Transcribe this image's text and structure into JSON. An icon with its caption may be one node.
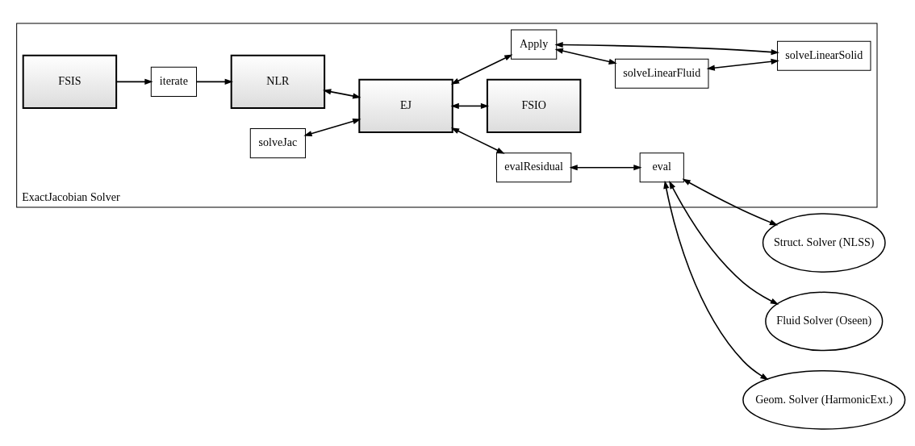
{
  "diagram": {
    "nodes": [
      {
        "text": [
          "ExactJacobian Solver"
        ]
      },
      {
        "text": [
          "FSIS"
        ],
        "in": 0
      },
      {
        "text": [
          "iterate"
        ],
        "in": 0
      },
      {
        "text": [
          "NLR"
        ],
        "in": 0
      },
      {
        "text": [
          "evalResidual"
        ],
        "in": 0
      },
      {
        "text": [
          "eval"
        ],
        "in": 0
      },
      {
        "text": [
          "solveJac"
        ],
        "in": 0
      },
      {
        "text": [
          "EJ"
        ],
        "in": 0
      },
      {
        "text": [
          "FSIO"
        ],
        "in": 0
      },
      {
        "text": [
          "Apply"
        ],
        "in": 0
      },
      {
        "text": [
          "solveLinearFluid"
        ],
        "in": 0
      },
      {
        "text": [
          "solveLinearSolid"
        ],
        "in": 0
      },
      {
        "text": [
          "Struct. Solver (NLSS)"
        ]
      },
      {
        "text": [
          "Fluid Solver (Oseen)"
        ]
      },
      {
        "text": [
          "Geom. Solver (HarmonicExt.)"
        ]
      }
    ],
    "edges": [
      {
        "from": 1,
        "to": 2,
        "arrow": "to"
      },
      {
        "from": 2,
        "to": 3,
        "arrow": "to"
      },
      {
        "from": 3,
        "to": 7,
        "arrow": "both"
      },
      {
        "from": 7,
        "to": 4,
        "arrow": "both"
      },
      {
        "from": 4,
        "to": 5,
        "arrow": "both"
      },
      {
        "from": 6,
        "to": 7,
        "arrow": "both"
      },
      {
        "from": 7,
        "to": 8,
        "arrow": "both"
      },
      {
        "from": 7,
        "to": 9,
        "arrow": "both"
      },
      {
        "from": 9,
        "to": 10,
        "arrow": "both"
      },
      {
        "from": 9,
        "to": 11,
        "arrow": "both"
      },
      {
        "from": 10,
        "to": 11,
        "arrow": "both"
      },
      {
        "from": 5,
        "to": 12,
        "arrow": "both"
      },
      {
        "from": 5,
        "to": 13,
        "arrow": "both"
      },
      {
        "from": 5,
        "to": 14,
        "arrow": "both"
      }
    ]
  }
}
